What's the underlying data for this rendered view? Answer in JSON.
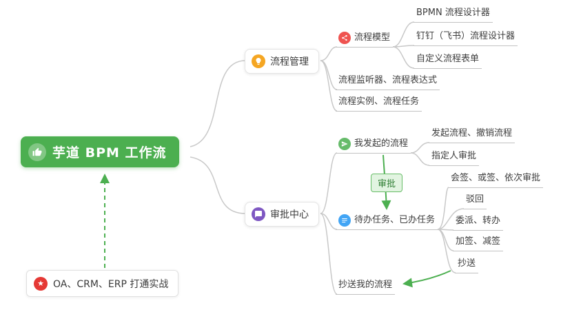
{
  "root": {
    "label": "芋道 BPM 工作流"
  },
  "note": {
    "label": "OA、CRM、ERP 打通实战"
  },
  "process_management": {
    "label": "流程管理",
    "model": {
      "label": "流程模型",
      "items": [
        "BPMN 流程设计器",
        "钉钉（飞书）流程设计器",
        "自定义流程表单"
      ]
    },
    "listener_label": "流程监听器、流程表达式",
    "instance_label": "流程实例、流程任务"
  },
  "approval_center": {
    "label": "审批中心",
    "my_processes": {
      "label": "我发起的流程",
      "items": [
        "发起流程、撤销流程",
        "指定人审批"
      ]
    },
    "todo_tasks": {
      "label": "待办任务、已办任务",
      "items": [
        "会签、或签、依次审批",
        "驳回",
        "委派、转办",
        "加签、减签",
        "抄送"
      ]
    },
    "cc_label": "抄送我的流程"
  },
  "relation": {
    "label": "审批"
  },
  "icons": {
    "root": "thumbs-up-icon",
    "note": "star-icon",
    "process_management": "lightbulb-icon",
    "approval_center": "chat-bubble-icon",
    "process_model": "share-nodes-icon",
    "my_processes": "send-icon",
    "todo_tasks": "task-list-icon"
  },
  "colors": {
    "root_bg": "#4caf50",
    "connector_gray": "#c8c8c8",
    "arrow_green": "#4caf50",
    "pm_icon_bg": "#f5a623",
    "ac_icon_bg": "#7e57c2",
    "model_icon_bg": "#ef5350",
    "my_icon_bg": "#66bb6a",
    "todo_icon_bg": "#42a5f5",
    "note_icon_bg": "#e53935",
    "callout_border": "#67bd67"
  }
}
